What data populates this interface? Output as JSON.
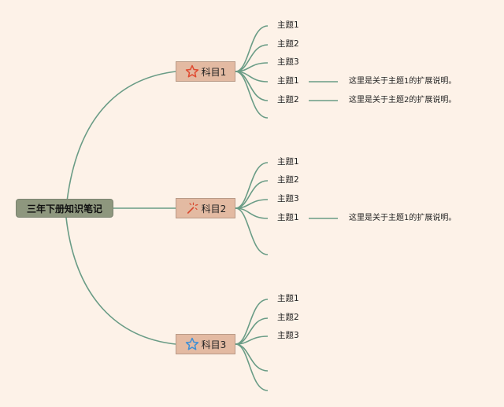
{
  "root": {
    "label": "三年下册知识笔记"
  },
  "subjects": [
    {
      "label": "科目1",
      "icon": "red-star-outline-icon",
      "topics": [
        {
          "label": "主题1"
        },
        {
          "label": "主题2"
        },
        {
          "label": "主题3"
        },
        {
          "label": "主题1",
          "note": "这里是关于主题1的扩展说明。"
        },
        {
          "label": "主题2",
          "note": "这里是关于主题2的扩展说明。"
        },
        {
          "label": ""
        }
      ]
    },
    {
      "label": "科目2",
      "icon": "magic-wand-icon",
      "topics": [
        {
          "label": "主题1"
        },
        {
          "label": "主题2"
        },
        {
          "label": "主题3"
        },
        {
          "label": "主题1",
          "note": "这里是关于主题1的扩展说明。"
        },
        {
          "label": ""
        }
      ]
    },
    {
      "label": "科目3",
      "icon": "blue-star-outline-icon",
      "topics": [
        {
          "label": "主题1"
        },
        {
          "label": "主题2"
        },
        {
          "label": "主题3"
        },
        {
          "label": ""
        },
        {
          "label": ""
        }
      ]
    }
  ],
  "colors": {
    "background": "#fdf2e8",
    "line": "#6a9c86",
    "root_fill": "#8e977e",
    "subject_fill": "#e3baa2",
    "star_red": "#e0492f",
    "star_blue": "#3d8fd6"
  }
}
